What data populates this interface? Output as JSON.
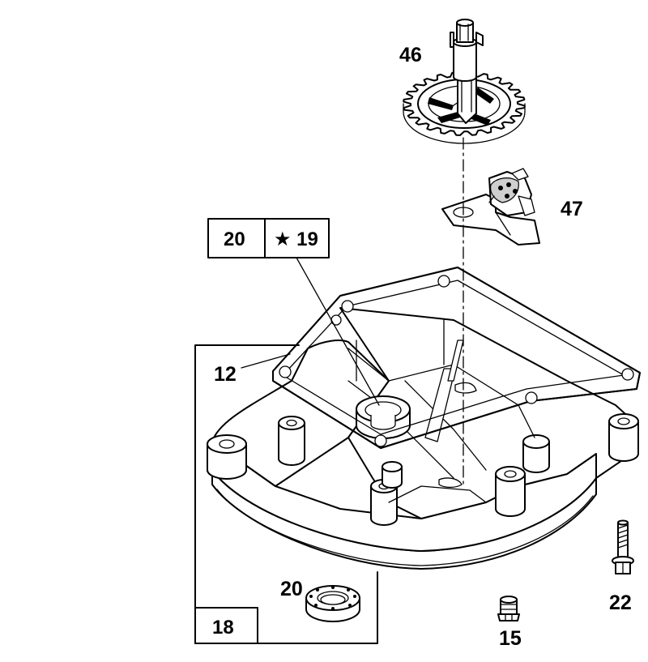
{
  "callouts": {
    "p46": "46",
    "p47": "47",
    "p12": "12",
    "p20_seal": "20",
    "p22": "22",
    "p15": "15",
    "box_left": "20",
    "box_right": "★ 19",
    "kit": "18"
  }
}
